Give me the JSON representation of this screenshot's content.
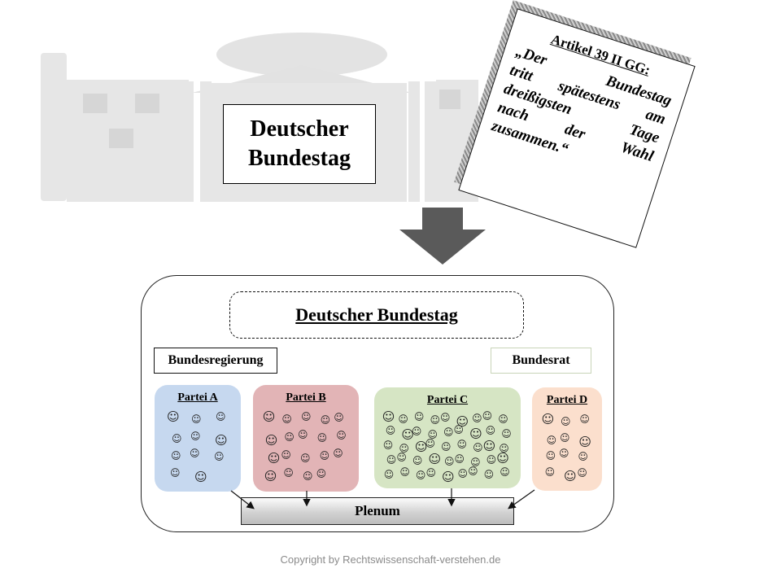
{
  "building": {
    "sign_line1": "Deutscher",
    "sign_line2": "Bundestag"
  },
  "note": {
    "title": "Artikel 39 II GG:",
    "lines": [
      "„Der Bundestag",
      "tritt spätestens am",
      "dreißigsten Tage",
      "nach der Wahl",
      "zusammen.“"
    ]
  },
  "diagram": {
    "title": "Deutscher Bundestag",
    "left_box": "Bundesregierung",
    "right_box": "Bundesrat",
    "plenum": "Plenum",
    "face_glyph": "☺",
    "parties": [
      {
        "label": "Partei A",
        "color": "#c6d8ef",
        "faces": 11
      },
      {
        "label": "Partei B",
        "color": "#e2b4b6",
        "faces": 19
      },
      {
        "label": "Partei C",
        "color": "#d6e5c4",
        "faces": 45
      },
      {
        "label": "Partei D",
        "color": "#fbdfcd",
        "faces": 12
      }
    ]
  },
  "colors": {
    "arrow": "#5a5a5a",
    "right_box_border": "#c8d4b8"
  },
  "footer": {
    "copyright": "Copyright by Rechtswissenschaft-verstehen.de"
  }
}
